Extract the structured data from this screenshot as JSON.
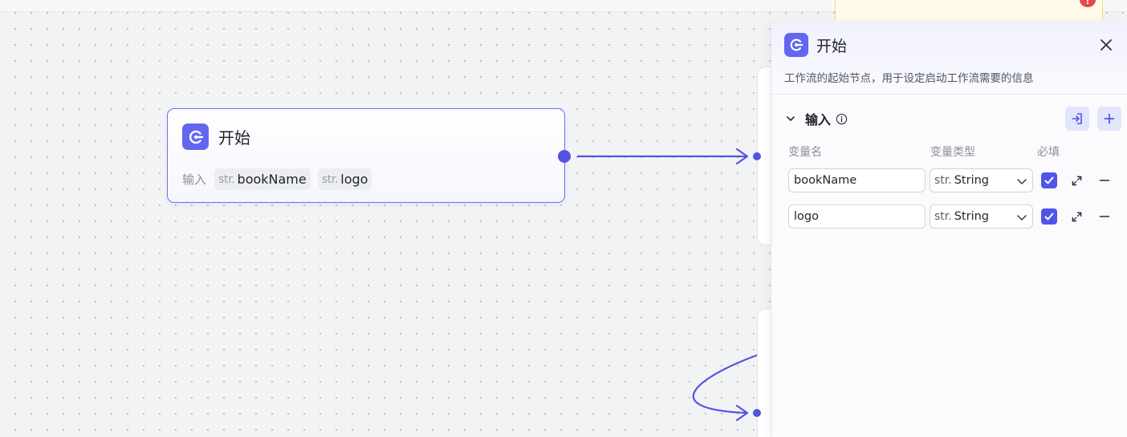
{
  "canvas": {
    "start_node": {
      "title": "开始",
      "icon": "start-icon",
      "inputs_label": "输入",
      "inputs": [
        {
          "type": "str.",
          "name": "bookName"
        },
        {
          "type": "str.",
          "name": "logo"
        }
      ]
    }
  },
  "colors": {
    "accent": "#6366f1",
    "edge": "#5155e0",
    "alert": "#e5484d"
  },
  "alert_badge": "!",
  "panel": {
    "icon": "start-icon",
    "title": "开始",
    "close_icon": "close-icon",
    "description": "工作流的起始节点，用于设定启动工作流需要的信息",
    "section": {
      "title": "输入",
      "info_icon": "info-icon",
      "import_icon": "import-icon",
      "add_icon": "plus-icon"
    },
    "columns": {
      "name": "变量名",
      "type": "变量类型",
      "required": "必填"
    },
    "variables": [
      {
        "name": "bookName",
        "type_prefix": "str.",
        "type": "String",
        "required": true
      },
      {
        "name": "logo",
        "type_prefix": "str.",
        "type": "String",
        "required": true
      }
    ]
  }
}
